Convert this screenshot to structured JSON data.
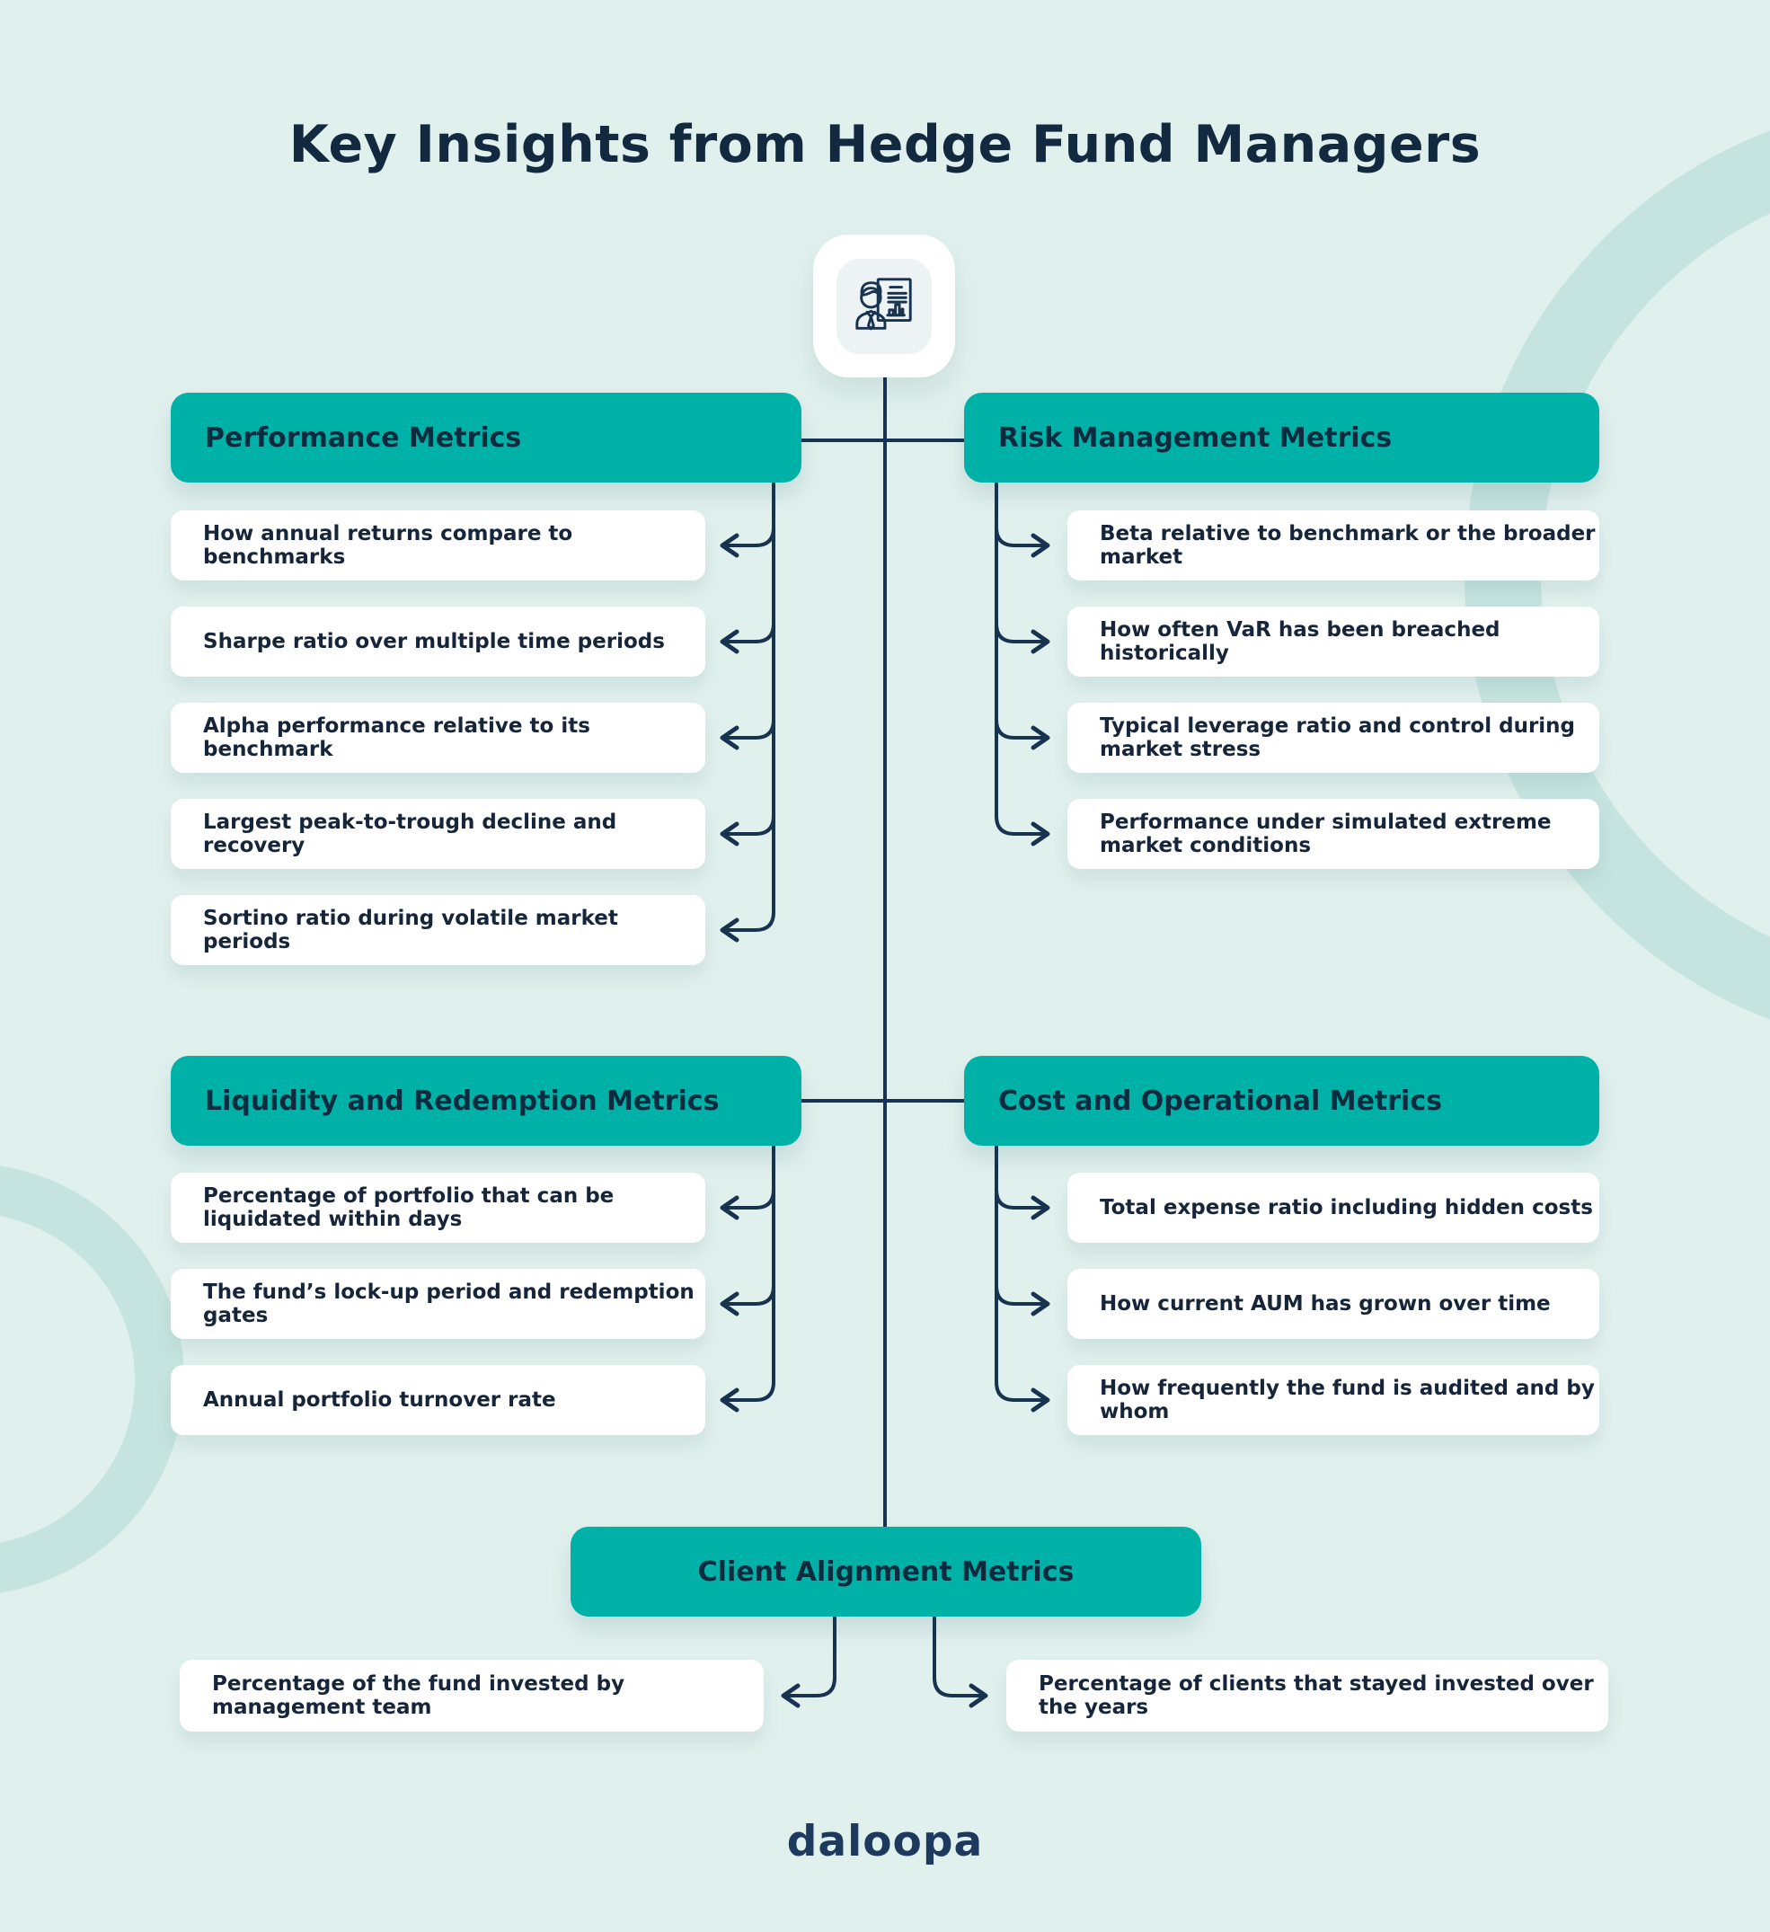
{
  "title": "Key Insights from Hedge Fund Managers",
  "center_icon": "hedge-fund-manager-presentation-icon",
  "sections": [
    {
      "key": "performance",
      "label": "Performance Metrics",
      "items": [
        "How annual returns compare to benchmarks",
        "Sharpe ratio over multiple time periods",
        "Alpha performance relative to its benchmark",
        "Largest peak-to-trough decline and recovery",
        "Sortino ratio during volatile market periods"
      ]
    },
    {
      "key": "risk",
      "label": "Risk Management Metrics",
      "items": [
        "Beta relative to benchmark or the broader market",
        "How often VaR has been breached historically",
        "Typical leverage ratio and control during market stress",
        "Performance under simulated extreme market conditions"
      ]
    },
    {
      "key": "liquidity",
      "label": "Liquidity and Redemption Metrics",
      "items": [
        "Percentage of portfolio that can be liquidated within days",
        "The fund’s lock-up period and redemption gates",
        "Annual portfolio turnover rate"
      ]
    },
    {
      "key": "cost",
      "label": "Cost and Operational Metrics",
      "items": [
        "Total expense ratio including hidden costs",
        "How current AUM has grown over time",
        "How frequently the fund is audited and by whom"
      ]
    },
    {
      "key": "client",
      "label": "Client Alignment Metrics",
      "items": [
        "Percentage of the fund invested by management team",
        "Percentage of clients that stayed invested over the years"
      ]
    }
  ],
  "footer": {
    "logo": "daloopa"
  },
  "colors": {
    "background": "#e0f0ed",
    "accent_teal": "#00b1a7",
    "navy": "#17334f",
    "decor_ring": "#c6e4df"
  }
}
